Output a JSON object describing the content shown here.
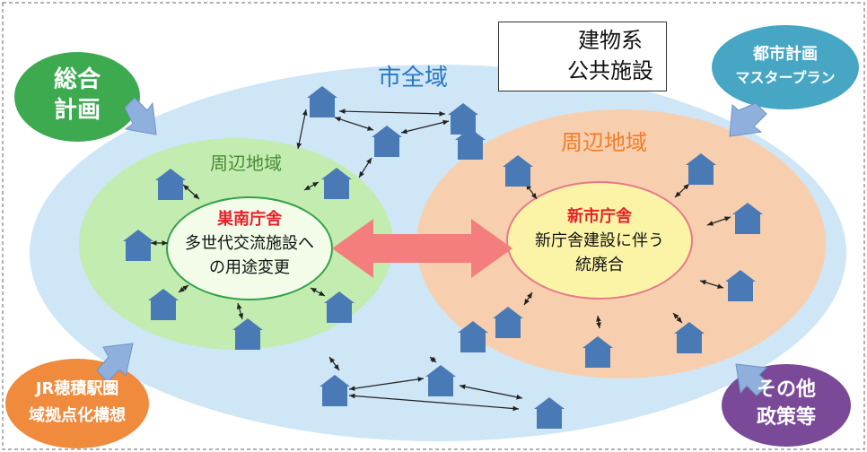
{
  "legend": {
    "line1": "建物系",
    "line2": "公共施設"
  },
  "city_wide_label": "市全域",
  "left_area": {
    "surround_label": "周辺地域",
    "title": "巣南庁舎",
    "line1": "多世代交流施設へ",
    "line2": "の用途変更"
  },
  "right_area": {
    "surround_label": "周辺地域",
    "title": "新市庁舎",
    "line1": "新庁舎建設に伴う",
    "line2": "統廃合"
  },
  "plans": {
    "sogo": {
      "line1": "総合",
      "line2": "計画"
    },
    "toshi": {
      "line1": "都市計画",
      "line2": "マスタープラン"
    },
    "jr": {
      "line1": "JR穂積駅圏",
      "line2": "域拠点化構想"
    },
    "sonota": {
      "line1": "その他",
      "line2": "政策等"
    }
  },
  "colors": {
    "city": "#cfe6f7",
    "left_zone": "#c2ecb0",
    "right_zone": "#f7cfae",
    "building": "#4a7ab5",
    "arrow_red": "#f47e7e",
    "arrow_blue": "#8fb0dc",
    "sogo": "#3daa50",
    "toshi": "#46a6c4",
    "jr": "#f08a3c",
    "sonota": "#7a4a99"
  }
}
